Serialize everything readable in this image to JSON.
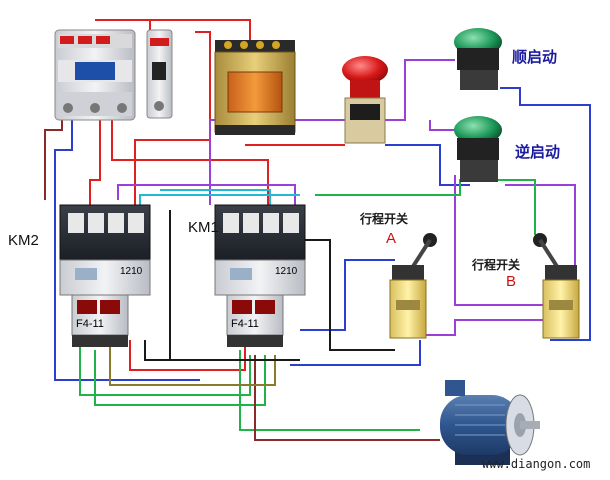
{
  "labels": {
    "km2": "KM2",
    "km1": "KM1",
    "forward_start": "顺启动",
    "reverse_start": "逆启动",
    "limit_switch": "行程开关",
    "switch_a": "A",
    "switch_b": "B",
    "relay_model": "F4-11",
    "contactor_model": "1210",
    "website": "www.diangon.com"
  },
  "colors": {
    "wire_red": "#e02020",
    "wire_blue": "#2a3fd0",
    "wire_purple": "#9a3fd8",
    "wire_green": "#21b24a",
    "wire_cyan": "#23b9d6",
    "wire_darkred": "#8b2a2a",
    "wire_black": "#1a1a1a",
    "wire_olive": "#8b7a2a"
  }
}
